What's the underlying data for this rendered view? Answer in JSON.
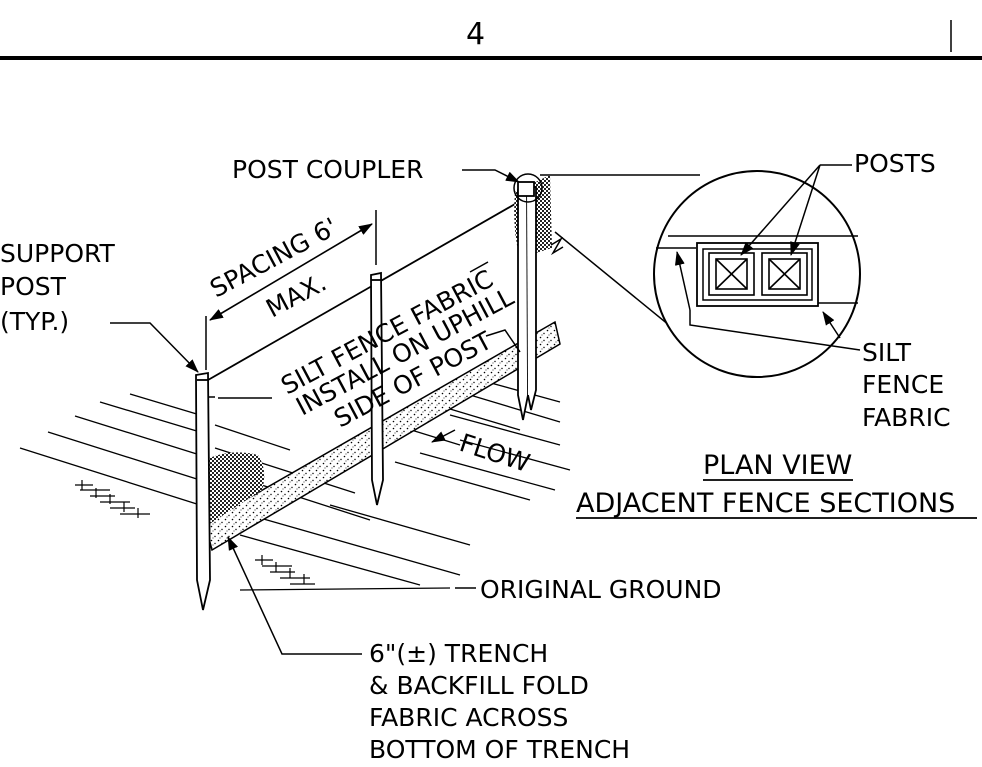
{
  "page_number": "4",
  "labels": {
    "post_coupler": "POST COUPLER",
    "posts": "POSTS",
    "support_post": [
      "SUPPORT",
      "POST",
      "(TYP.)"
    ],
    "spacing": "SPACING 6'",
    "max": "MAX.",
    "silt_fence_fabric_note": [
      "SILT FENCE FABRIC",
      "INSTALL ON UPHILL",
      "SIDE OF POST"
    ],
    "silt_fence_fabric": [
      "SILT",
      "FENCE",
      "FABRIC"
    ],
    "flow": "FLOW",
    "plan_view": "PLAN VIEW",
    "adjacent_fence_sections": "ADJACENT FENCE SECTIONS",
    "original_ground": "ORIGINAL GROUND",
    "trench_note": [
      "6\"(±) TRENCH",
      "& BACKFILL FOLD",
      "FABRIC ACROSS",
      "BOTTOM OF TRENCH"
    ]
  }
}
